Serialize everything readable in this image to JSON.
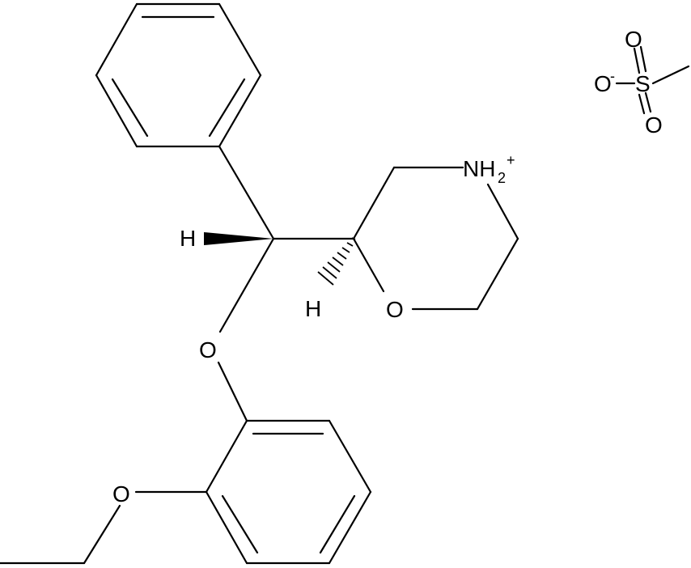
{
  "structure": {
    "colors": {
      "bond": "#000000",
      "background": "#ffffff"
    },
    "atoms": {
      "stereo_h_left": "H",
      "stereo_h_ring": "H",
      "ring_nitrogen": "NH",
      "ring_nitrogen_sub": "2",
      "ring_nitrogen_charge": "+",
      "ring_oxygen": "O",
      "ether_oxygen": "O",
      "ethoxy_oxygen": "O",
      "sulfonate_o_minus": "O",
      "sulfonate_o_minus_charge": "-",
      "sulfur": "S",
      "sulfonate_o_top": "O",
      "sulfonate_o_bottom": "O"
    }
  }
}
